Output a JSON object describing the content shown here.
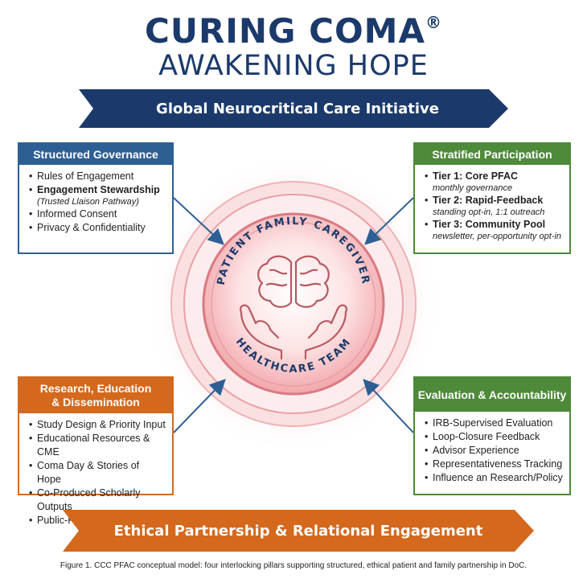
{
  "header": {
    "title": "CURING COMA",
    "registered": "®",
    "subtitle": "AWAKENING HOPE",
    "initiative": "Global Neurocritical Care Initiative"
  },
  "center": {
    "top_arc": "PATIENT FAMILY CAREGIVER",
    "bottom_arc": "HEALTHCARE TEAM",
    "icon": "brain-in-hands-icon"
  },
  "pillars": {
    "governance": {
      "title": "Structured Governance",
      "items": [
        "Rules of Engagement",
        "Engagement Stewardship",
        "(Trusted Llaison Pathway)",
        "Informed Consent",
        "Privacy & Confidentiality"
      ]
    },
    "participation": {
      "title": "Stratified Participation",
      "tiers": [
        {
          "label": "Tier 1: Core PFAC",
          "note": "monthly governance"
        },
        {
          "label": "Tier 2: Rapid-Feedback",
          "note": "standing opt-in, 1:1 outreach"
        },
        {
          "label": "Tier 3: Community Pool",
          "note": "newsletter, per-opportunity opt-in"
        }
      ]
    },
    "research": {
      "title_line1": "Research, Education",
      "title_line2": "& Dissemination",
      "items": [
        "Study Design & Priority Input",
        "Educational Resources & CME",
        "Coma Day & Stories of Hope",
        "Co-Produced Scholarly Outputs",
        "Public-Facing Outreach"
      ]
    },
    "evaluation": {
      "title": "Evaluation & Accountability",
      "items": [
        "IRB-Supervised Evaluation",
        "Loop-Closure Feedback",
        "Advisor Experience",
        "Representativeness Tracking",
        "Influence an Research/Policy"
      ]
    }
  },
  "footer_banner": "Ethical Partnership & Relational Engagement",
  "caption": "Figure 1. CCC PFAC conceptual model: four interlocking pillars supporting structured, ethical patient and family partnership in DoC.",
  "colors": {
    "navy": "#1b3a6b",
    "blue": "#2e5f94",
    "green": "#4d8a39",
    "orange": "#d4681c",
    "rose": "#e07880"
  }
}
